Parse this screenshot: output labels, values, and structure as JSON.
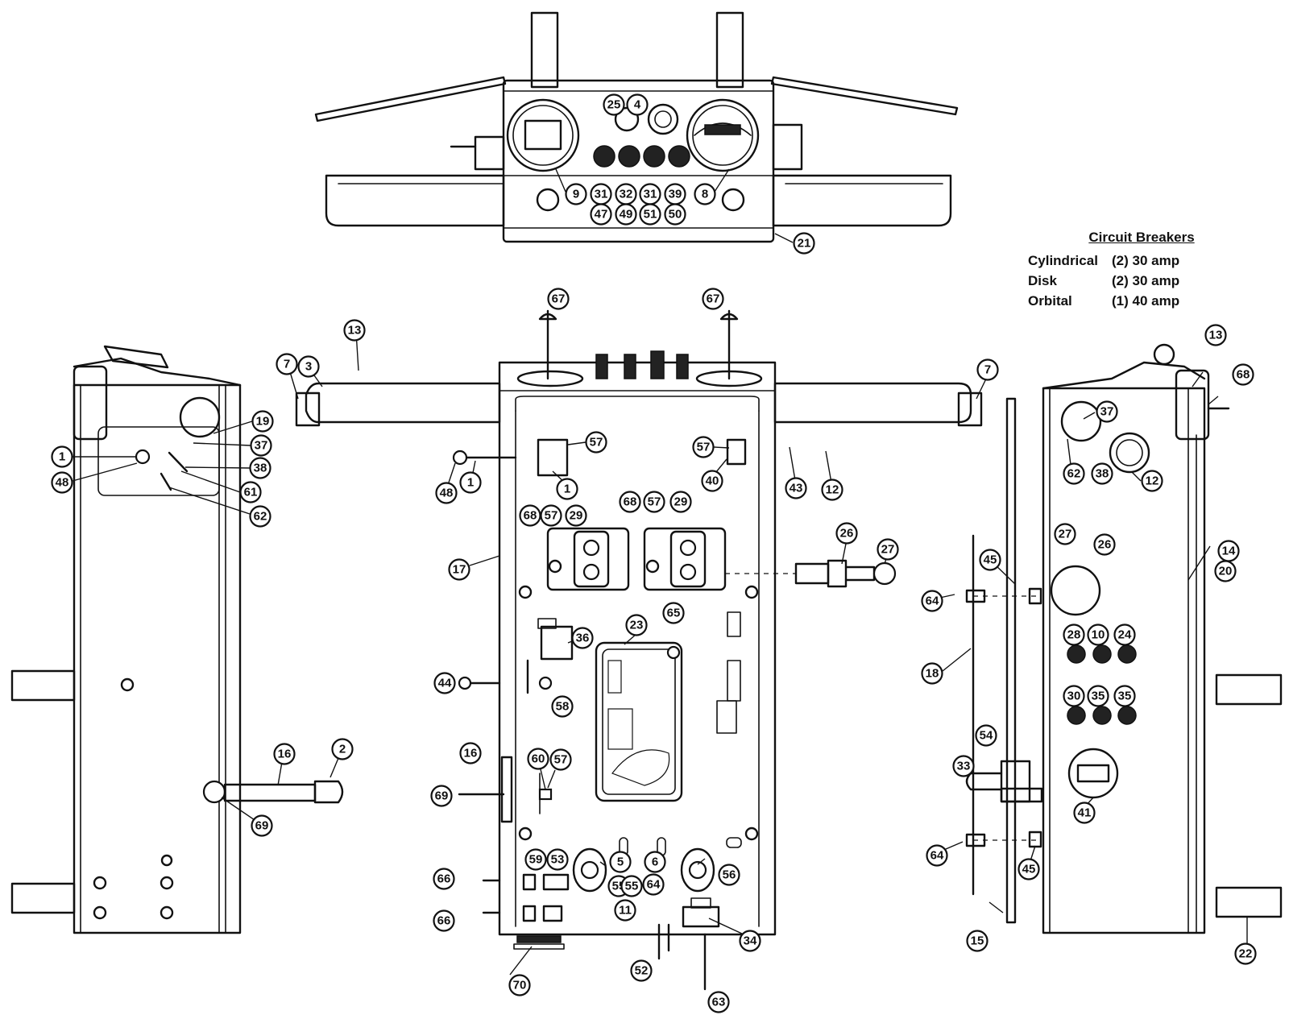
{
  "legend": {
    "title": "Circuit Breakers",
    "rows": [
      {
        "type": "Cylindrical",
        "value": "(2) 30 amp"
      },
      {
        "type": "Disk",
        "value": "(2) 30 amp"
      },
      {
        "type": "Orbital",
        "value": "(1) 40 amp"
      }
    ]
  },
  "callouts": [
    {
      "label": "25"
    },
    {
      "label": "4"
    },
    {
      "label": "9"
    },
    {
      "label": "31"
    },
    {
      "label": "32"
    },
    {
      "label": "31"
    },
    {
      "label": "39"
    },
    {
      "label": "8"
    },
    {
      "label": "47"
    },
    {
      "label": "49"
    },
    {
      "label": "51"
    },
    {
      "label": "50"
    },
    {
      "label": "21"
    },
    {
      "label": "13"
    },
    {
      "label": "7"
    },
    {
      "label": "3"
    },
    {
      "label": "19"
    },
    {
      "label": "37"
    },
    {
      "label": "1"
    },
    {
      "label": "48"
    },
    {
      "label": "38"
    },
    {
      "label": "61"
    },
    {
      "label": "62"
    },
    {
      "label": "16"
    },
    {
      "label": "2"
    },
    {
      "label": "69"
    },
    {
      "label": "67"
    },
    {
      "label": "67"
    },
    {
      "label": "7"
    },
    {
      "label": "57"
    },
    {
      "label": "57"
    },
    {
      "label": "48"
    },
    {
      "label": "1"
    },
    {
      "label": "1"
    },
    {
      "label": "40"
    },
    {
      "label": "43"
    },
    {
      "label": "12"
    },
    {
      "label": "68"
    },
    {
      "label": "57"
    },
    {
      "label": "29"
    },
    {
      "label": "68"
    },
    {
      "label": "57"
    },
    {
      "label": "29"
    },
    {
      "label": "17"
    },
    {
      "label": "26"
    },
    {
      "label": "27"
    },
    {
      "label": "23"
    },
    {
      "label": "65"
    },
    {
      "label": "36"
    },
    {
      "label": "44"
    },
    {
      "label": "58"
    },
    {
      "label": "16"
    },
    {
      "label": "60"
    },
    {
      "label": "57"
    },
    {
      "label": "69"
    },
    {
      "label": "59"
    },
    {
      "label": "53"
    },
    {
      "label": "5"
    },
    {
      "label": "6"
    },
    {
      "label": "56"
    },
    {
      "label": "55"
    },
    {
      "label": "55"
    },
    {
      "label": "64"
    },
    {
      "label": "66"
    },
    {
      "label": "66"
    },
    {
      "label": "11"
    },
    {
      "label": "34"
    },
    {
      "label": "52"
    },
    {
      "label": "63"
    },
    {
      "label": "70"
    },
    {
      "label": "13"
    },
    {
      "label": "68"
    },
    {
      "label": "37"
    },
    {
      "label": "62"
    },
    {
      "label": "38"
    },
    {
      "label": "12"
    },
    {
      "label": "27"
    },
    {
      "label": "26"
    },
    {
      "label": "14"
    },
    {
      "label": "20"
    },
    {
      "label": "45"
    },
    {
      "label": "64"
    },
    {
      "label": "28"
    },
    {
      "label": "10"
    },
    {
      "label": "24"
    },
    {
      "label": "18"
    },
    {
      "label": "30"
    },
    {
      "label": "35"
    },
    {
      "label": "35"
    },
    {
      "label": "54"
    },
    {
      "label": "33"
    },
    {
      "label": "41"
    },
    {
      "label": "64"
    },
    {
      "label": "45"
    },
    {
      "label": "15"
    },
    {
      "label": "22"
    }
  ]
}
